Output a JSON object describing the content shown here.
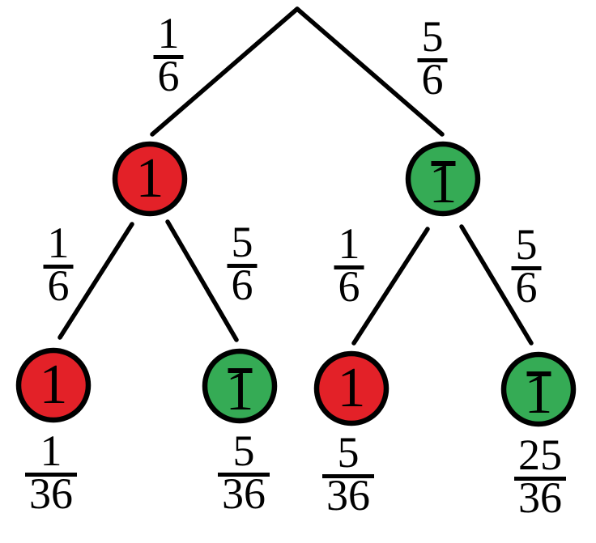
{
  "diagram": {
    "type": "probability-tree",
    "background": "#ffffff",
    "line_color": "#000000",
    "text_color": "#000000",
    "node_colors": {
      "red": "#e32128",
      "green": "#35ab55"
    },
    "nodes": [
      {
        "label": "1",
        "negated": false,
        "color": "red"
      },
      {
        "label": "1",
        "negated": true,
        "color": "green"
      },
      {
        "label": "1",
        "negated": false,
        "color": "red"
      },
      {
        "label": "1",
        "negated": true,
        "color": "green"
      },
      {
        "label": "1",
        "negated": false,
        "color": "red"
      },
      {
        "label": "1",
        "negated": true,
        "color": "green"
      }
    ],
    "branch_probabilities": [
      {
        "num": "1",
        "den": "6"
      },
      {
        "num": "5",
        "den": "6"
      },
      {
        "num": "1",
        "den": "6"
      },
      {
        "num": "5",
        "den": "6"
      },
      {
        "num": "1",
        "den": "6"
      },
      {
        "num": "5",
        "den": "6"
      }
    ],
    "outcome_probabilities": [
      {
        "num": "1",
        "den": "36"
      },
      {
        "num": "5",
        "den": "36"
      },
      {
        "num": "5",
        "den": "36"
      },
      {
        "num": "25",
        "den": "36"
      }
    ]
  }
}
